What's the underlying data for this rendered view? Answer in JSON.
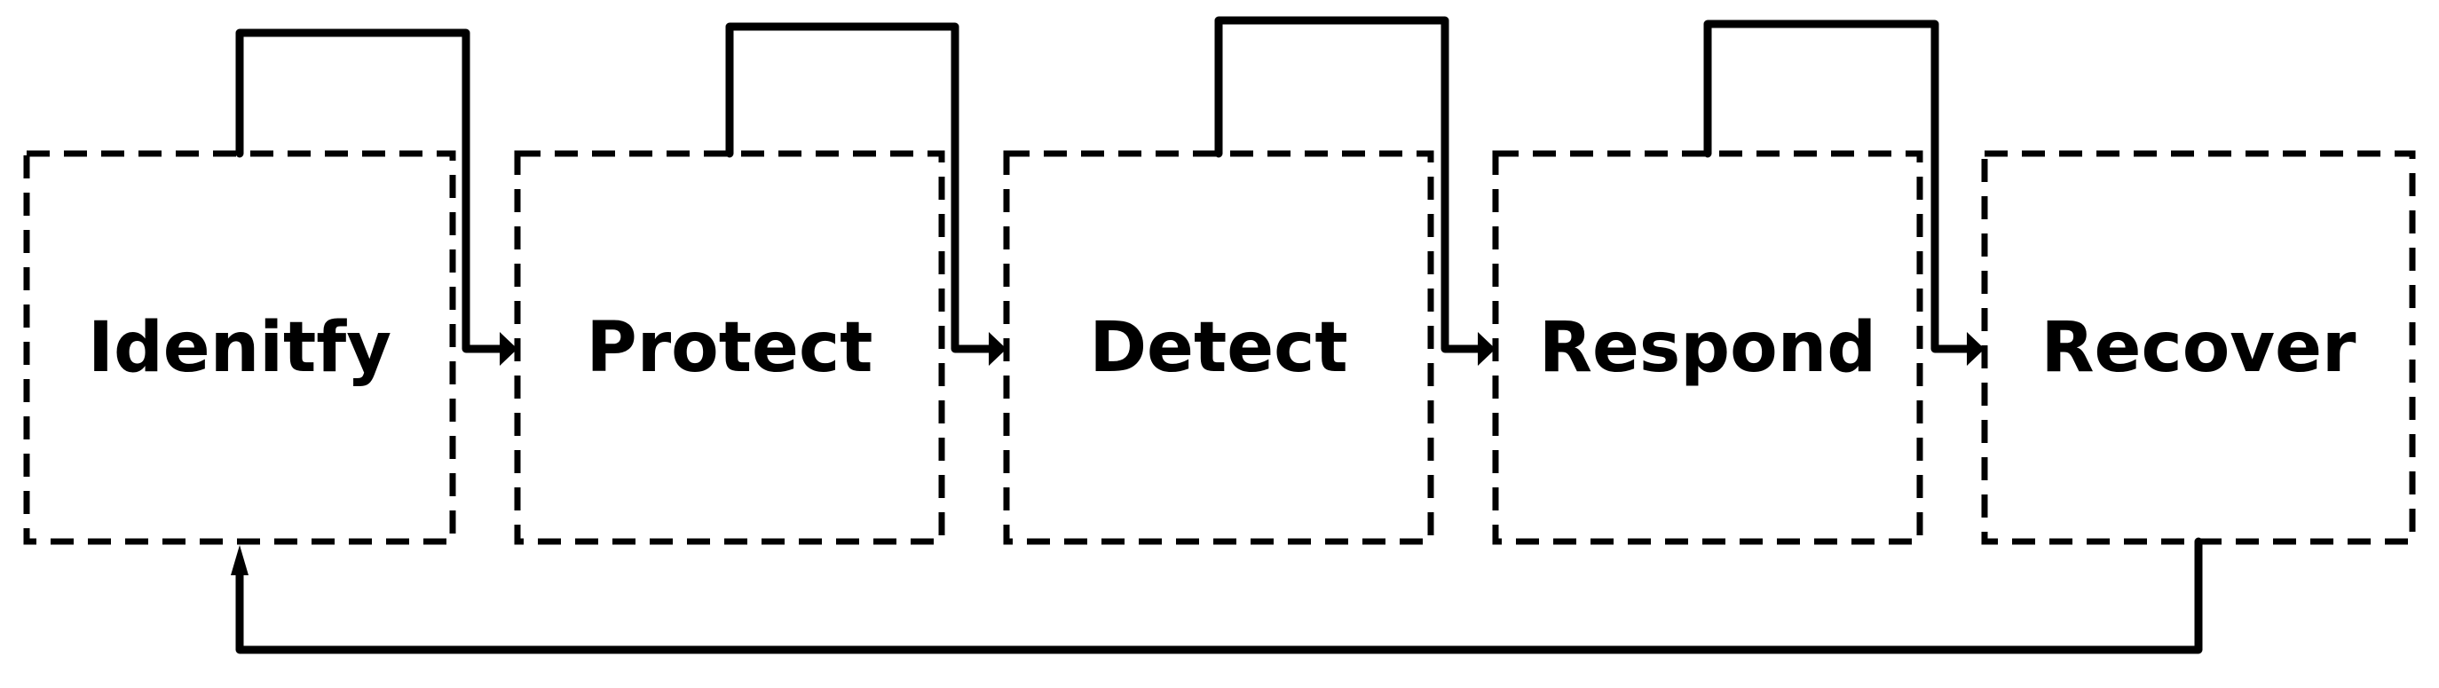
{
  "diagram": {
    "stages": [
      {
        "id": "identify",
        "label": "Idenitfy"
      },
      {
        "id": "protect",
        "label": "Protect"
      },
      {
        "id": "detect",
        "label": "Detect"
      },
      {
        "id": "respond",
        "label": "Respond"
      },
      {
        "id": "recover",
        "label": "Recover"
      }
    ],
    "connections": [
      {
        "from": "identify",
        "to": "protect"
      },
      {
        "from": "protect",
        "to": "detect"
      },
      {
        "from": "detect",
        "to": "respond"
      },
      {
        "from": "respond",
        "to": "recover"
      },
      {
        "from": "recover",
        "to": "identify",
        "type": "feedback-loop"
      }
    ],
    "colors": {
      "stroke": "#000000",
      "background": "#ffffff"
    }
  }
}
